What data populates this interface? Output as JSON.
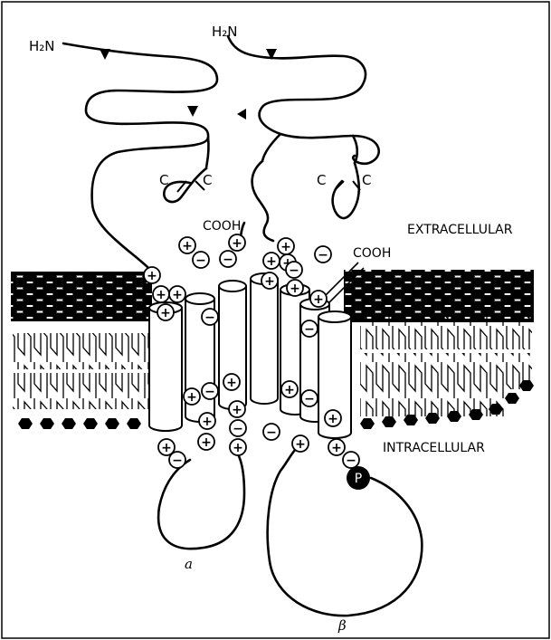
{
  "labels": {
    "nterm_left": "H₂N",
    "nterm_right": "H₂N",
    "cys_1": "C",
    "cys_2": "C",
    "cys_3": "C",
    "cys_4": "C",
    "cooh_left": "COOH",
    "cooh_right": "COOH",
    "extracellular": "EXTRACELLULAR",
    "intracellular": "INTRACELLULAR",
    "subunit_alpha": "a",
    "subunit_beta": "β",
    "phospho": "P",
    "plus": "+",
    "minus": "−"
  },
  "colors": {
    "ink": "#000000",
    "background": "#ffffff"
  }
}
